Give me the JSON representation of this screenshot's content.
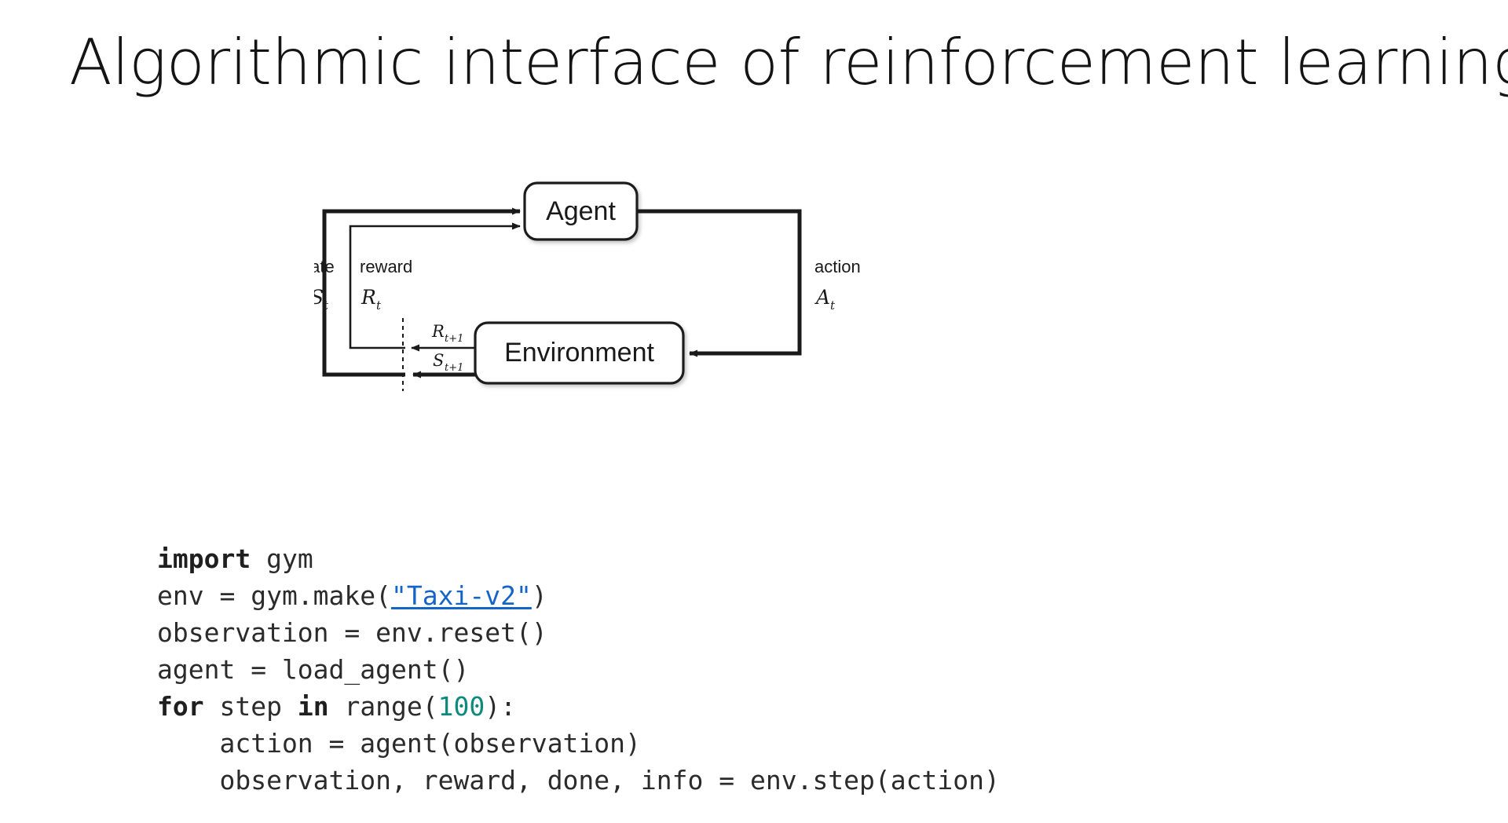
{
  "slide": {
    "title": "Algorithmic interface of reinforcement learning",
    "background_color": "#ffffff",
    "text_color": "#141414"
  },
  "diagram": {
    "name": "agent-environment-interaction-loop",
    "nodes": [
      {
        "id": "agent",
        "label": "Agent"
      },
      {
        "id": "environment",
        "label": "Environment"
      }
    ],
    "edge_labels": {
      "state_word": "state",
      "state_symbol": "S",
      "state_subscript": "t",
      "reward_word": "reward",
      "reward_symbol": "R",
      "reward_subscript": "t",
      "action_word": "action",
      "action_symbol": "A",
      "action_subscript": "t",
      "next_reward_symbol": "R",
      "next_reward_subscript": "t+1",
      "next_state_symbol": "S",
      "next_state_subscript": "t+1"
    },
    "stroke_color": "#1a1a1a"
  },
  "code": {
    "language": "python",
    "link_color": "#1565c8",
    "number_color": "#0b8a7d",
    "lines": [
      {
        "tokens": [
          {
            "text": "import",
            "style": "keyword"
          },
          {
            "text": " gym",
            "style": "plain"
          }
        ]
      },
      {
        "tokens": [
          {
            "text": "env = gym.make(",
            "style": "plain"
          },
          {
            "text": "\"Taxi-v2\"",
            "style": "link"
          },
          {
            "text": ")",
            "style": "plain"
          }
        ]
      },
      {
        "tokens": [
          {
            "text": "observation = env.reset()",
            "style": "plain"
          }
        ]
      },
      {
        "tokens": [
          {
            "text": "agent = load_agent()",
            "style": "plain"
          }
        ]
      },
      {
        "tokens": [
          {
            "text": "for",
            "style": "keyword"
          },
          {
            "text": " step ",
            "style": "plain"
          },
          {
            "text": "in",
            "style": "keyword"
          },
          {
            "text": " range(",
            "style": "plain"
          },
          {
            "text": "100",
            "style": "number"
          },
          {
            "text": "):",
            "style": "plain"
          }
        ]
      },
      {
        "tokens": [
          {
            "text": "    action = agent(observation)",
            "style": "plain"
          }
        ]
      },
      {
        "tokens": [
          {
            "text": "    observation, reward, done, info = env.step(action)",
            "style": "plain"
          }
        ]
      }
    ]
  }
}
